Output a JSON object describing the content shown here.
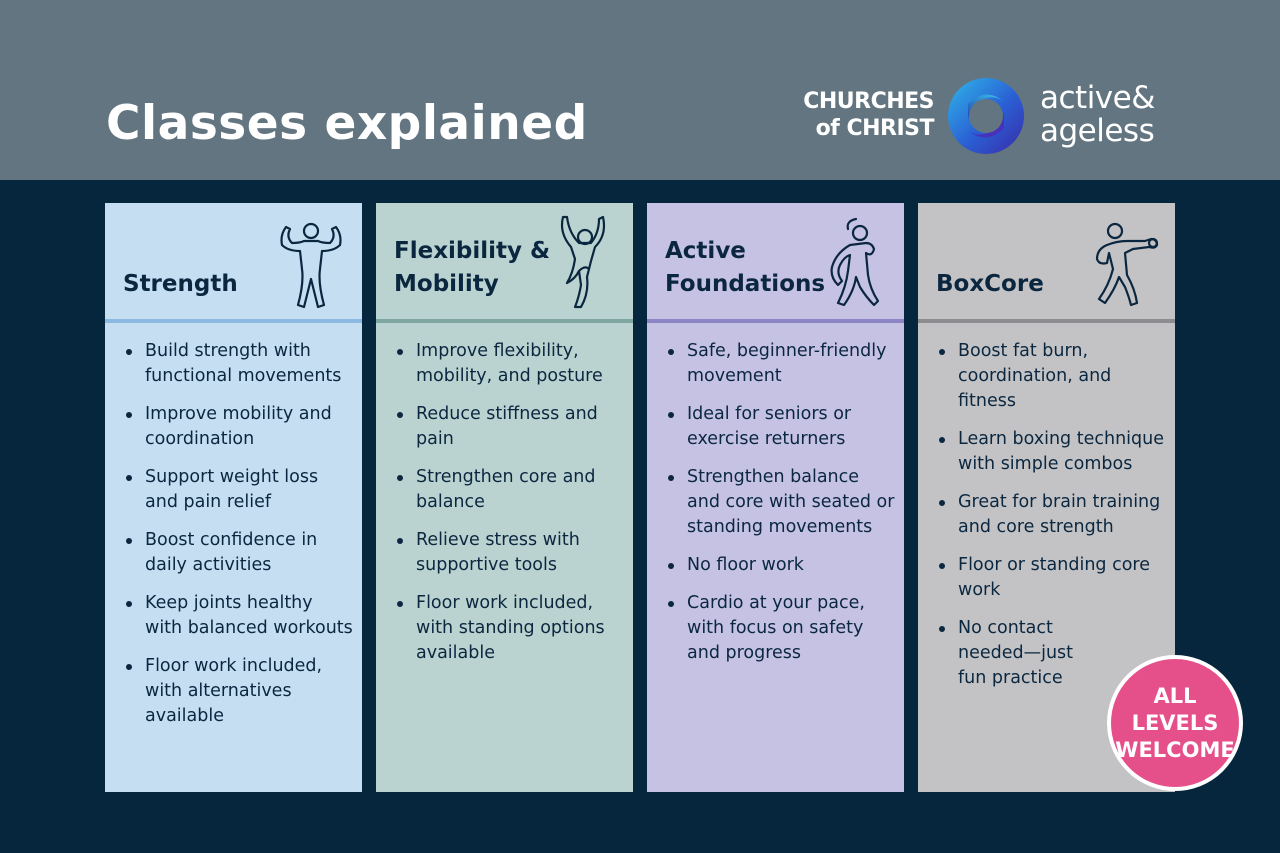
{
  "header": {
    "title": "Classes explained",
    "logo": {
      "org_line1": "CHURCHES",
      "org_line2": "of CHRIST",
      "brand_line1": "active&",
      "brand_line2": "ageless"
    }
  },
  "colors": {
    "header_bg": "#627580",
    "page_bg": "#06263d",
    "text": "#0b2740",
    "badge": "#e5508a"
  },
  "classes": [
    {
      "name": "Strength",
      "icon": "strength-figure-icon",
      "bg": "#c6def2",
      "rule": "#8bb9e2",
      "items": [
        "Build strength with functional movements",
        "Improve mobility and coordination",
        "Support weight loss and pain relief",
        "Boost confidence in daily activities",
        "Keep joints healthy with balanced workouts",
        "Floor work included, with alternatives available"
      ]
    },
    {
      "name": "Flexibility & Mobility",
      "icon": "stretch-figure-icon",
      "bg": "#bbd3d0",
      "rule": "#7fa7a2",
      "items": [
        "Improve flexibility, mobility, and posture",
        "Reduce stiffness and pain",
        "Strengthen core and balance",
        "Relieve stress with supportive tools",
        "Floor work included, with standing options available"
      ]
    },
    {
      "name": "Active Foundations",
      "icon": "balance-figure-icon",
      "bg": "#c5c2e3",
      "rule": "#8d86c6",
      "items": [
        "Safe, beginner-friendly movement",
        "Ideal for seniors or exercise returners",
        "Strengthen balance and core with seated or standing movements",
        "No floor work",
        "Cardio at your pace, with focus on safety and progress"
      ]
    },
    {
      "name": "BoxCore",
      "icon": "boxing-figure-icon",
      "bg": "#c3c3c5",
      "rule": "#8d8d91",
      "items": [
        "Boost fat burn, coordination, and fitness",
        "Learn boxing technique with simple combos",
        "Great for brain training and core strength",
        "Floor or standing core work",
        "No contact needed—just fun practice"
      ]
    }
  ],
  "badge": {
    "line1": "ALL",
    "line2": "LEVELS",
    "line3": "WELCOME"
  }
}
